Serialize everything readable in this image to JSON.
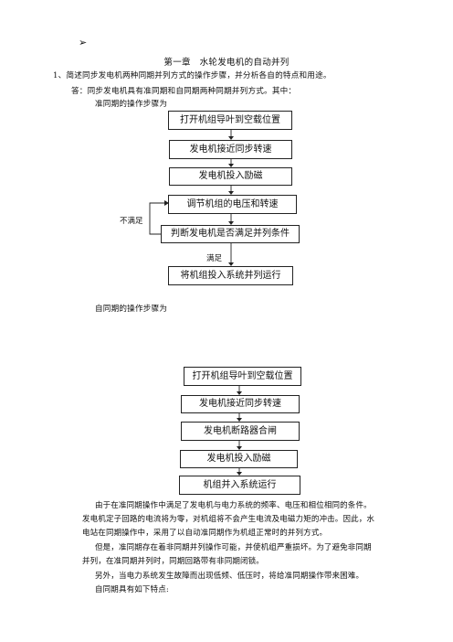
{
  "bullet_glyph": "➢",
  "chapter_title": "第一章　水轮发电机的自动并列",
  "question": "1、简述同步发电机两种同期并列方式的操作步骤，并分析各自的特点和用途。",
  "answer_intro": "答：同步发电机具有准同期和自同期两种同期并列方式。其中：",
  "quasi_sync_heading": "准同期的操作步骤为",
  "flow1": {
    "steps": [
      "打开机组导叶到空载位置",
      "发电机接近同步转速",
      "发电机投入励磁",
      "调节机组的电压和转速",
      "判断发电机是否满足并列条件",
      "将机组投入系统并列运行"
    ],
    "label_no": "不满足",
    "label_yes": "满足"
  },
  "self_sync_heading": "自同期的操作步骤为",
  "flow2": {
    "steps": [
      "打开机组导叶到空载位置",
      "发电机接近同步转速",
      "发电机断路器合闸",
      "发电机投入励磁",
      "机组并入系统运行"
    ]
  },
  "paragraphs": [
    "由于在准同期操作中满足了发电机与电力系统的频率、电压和相位相同的条件。",
    "发电机定子回路的电流将为零，对机组将不会产生电流及电磁力矩的冲击。因此，水",
    "电站在同期操作中，采用了以自动准同期作为机组正常时的并列方式。",
    "但是，准同期存在着非同期并列操作可能，并使机组严重损坏。为了避免非同期",
    "并列，在准同期并列时，同期回路带有非同期闭锁。",
    "另外，当电力系统发生故障而出现低频、低压时，将给准同期操作带来困难。",
    "自同期具有如下特点:"
  ]
}
